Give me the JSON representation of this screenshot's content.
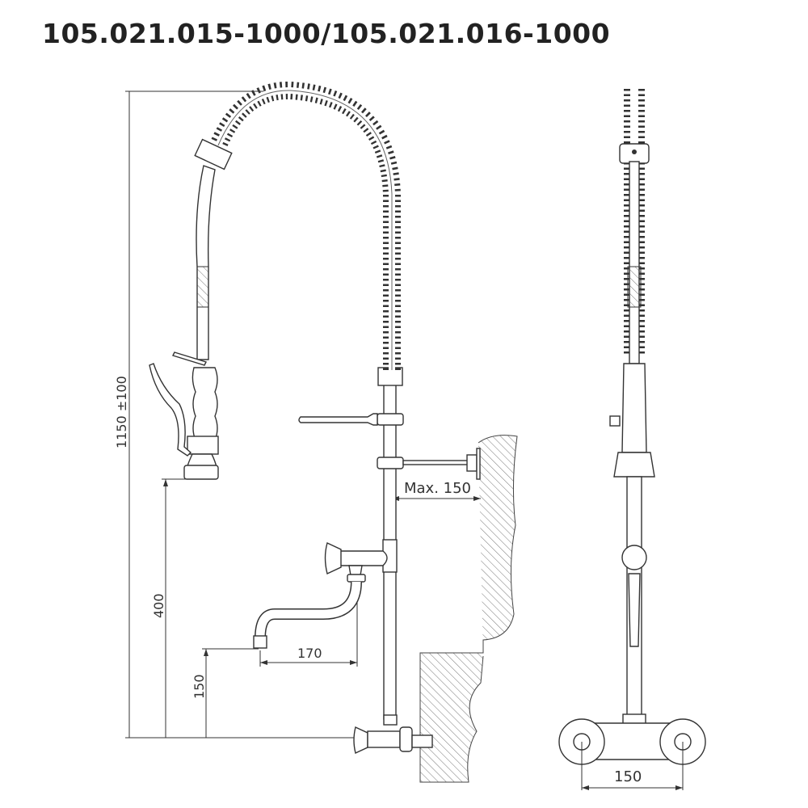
{
  "title": "105.021.015-1000/105.021.016-1000",
  "dimensions": {
    "total_height": "1150 ±100",
    "spray_height": "400",
    "spout_height": "150",
    "spout_reach": "170",
    "wall_distance": "Max. 150",
    "inlet_spacing": "150"
  }
}
